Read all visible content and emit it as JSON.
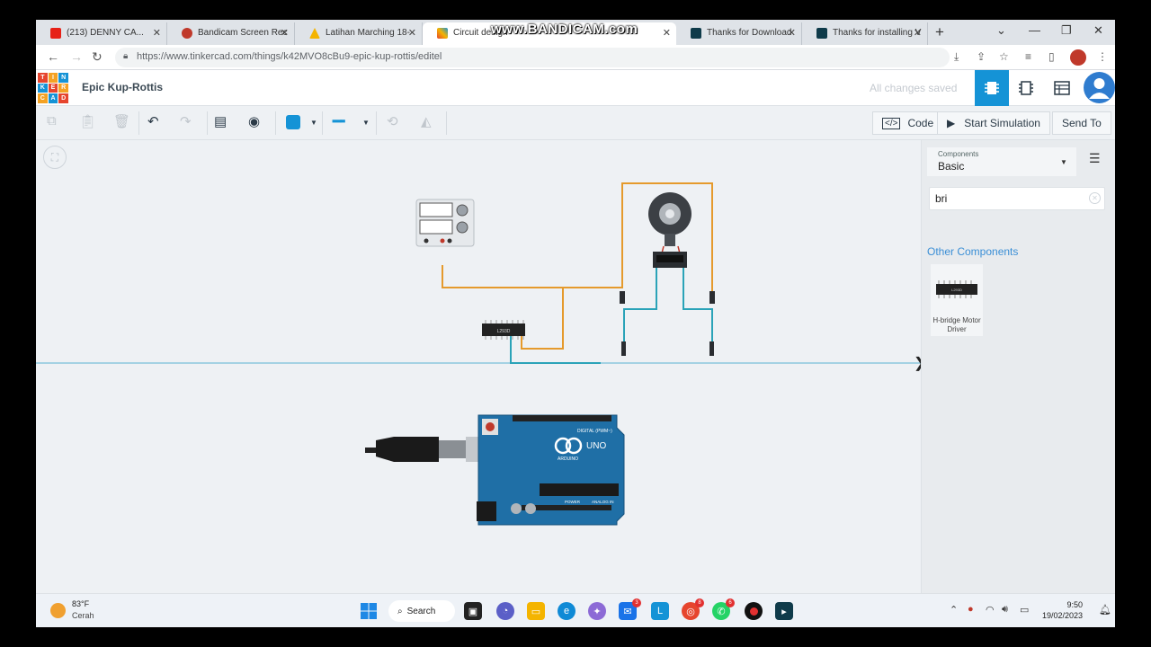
{
  "browser": {
    "tabs": [
      {
        "title": "(213) DENNY CA...",
        "favicon_color": "#e62117",
        "active": false
      },
      {
        "title": "Bandicam Screen Rec",
        "favicon_color": "#c0392b",
        "active": false
      },
      {
        "title": "Latihan Marching 18-",
        "favicon_color": "#f4b400",
        "active": false
      },
      {
        "title": "Circuit design",
        "favicon_color": "#e6452e",
        "active": true
      },
      {
        "title": "Thanks for Download",
        "favicon_color": "#0f3b4a",
        "active": false
      },
      {
        "title": "Thanks for installing V",
        "favicon_color": "#0f3b4a",
        "active": false
      }
    ],
    "url": "https://www.tinkercad.com/things/k42MVO8cBu9-epic-kup-rottis/editel"
  },
  "watermark": "www.BANDICAM.com",
  "app": {
    "logo_letters": [
      "T",
      "I",
      "N",
      "K",
      "E",
      "R",
      "C",
      "A",
      "D"
    ],
    "project_title": "Epic Kup-Rottis",
    "save_status": "All changes saved"
  },
  "toolbar": {
    "code_label": "Code",
    "start_simulation_label": "Start Simulation",
    "send_to_label": "Send To",
    "wire_color": "#1593d6"
  },
  "panel": {
    "components_label": "Components",
    "components_value": "Basic",
    "search_value": "bri",
    "other_components_label": "Other Components",
    "results": [
      {
        "name_line1": "H-bridge Motor",
        "name_line2": "Driver",
        "chip_text": "L293D"
      }
    ]
  },
  "circuit": {
    "chip_label": "L293D",
    "arduino_label": "UNO",
    "arduino_sub": "ARDUINO",
    "digital_label": "DIGITAL (PWM~)",
    "power_label": "POWER",
    "analog_label": "ANALOG IN",
    "wire_colors": {
      "orange": "#e59a2c",
      "teal": "#2aa3b8"
    }
  },
  "taskbar": {
    "temperature": "83°F",
    "condition": "Cerah",
    "search_label": "Search",
    "time": "9:50",
    "date": "19/02/2023",
    "mail_badge": "3",
    "chrome_badge": "8",
    "whatsapp_badge": "6"
  }
}
